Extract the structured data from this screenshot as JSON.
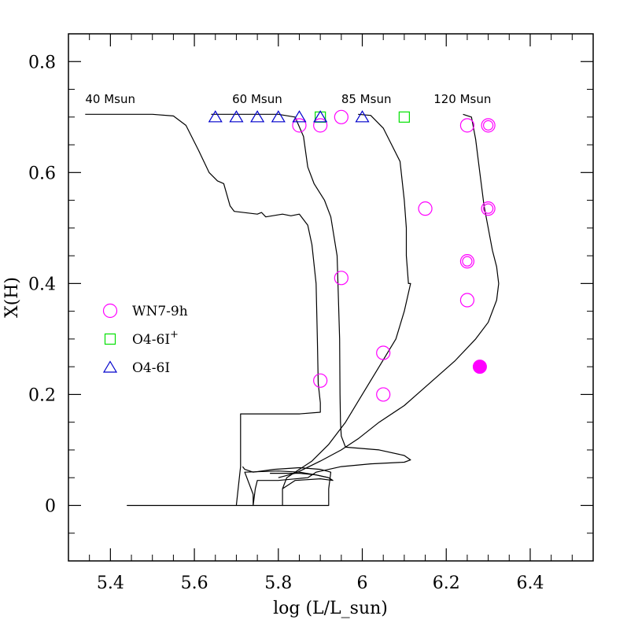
{
  "chart_data": {
    "type": "scatter",
    "xlabel": "log (L/L_sun)",
    "ylabel": "X(H)",
    "xlim": [
      5.3,
      6.55
    ],
    "ylim": [
      -0.1,
      0.85
    ],
    "grid": false,
    "legend_position": "middle-left",
    "x_ticks": [
      {
        "value": 5.4,
        "label": "5.4"
      },
      {
        "value": 5.6,
        "label": "5.6"
      },
      {
        "value": 5.8,
        "label": "5.8"
      },
      {
        "value": 6.0,
        "label": "6"
      },
      {
        "value": 6.2,
        "label": "6.2"
      },
      {
        "value": 6.4,
        "label": "6.4"
      }
    ],
    "y_ticks": [
      {
        "value": 0.0,
        "label": "0"
      },
      {
        "value": 0.2,
        "label": "0.2"
      },
      {
        "value": 0.4,
        "label": "0.4"
      },
      {
        "value": 0.6,
        "label": "0.6"
      },
      {
        "value": 0.8,
        "label": "0.8"
      }
    ],
    "tracks": [
      {
        "name": "40 Msun",
        "label_at": [
          5.34,
          0.725
        ],
        "points": [
          [
            5.34,
            0.705
          ],
          [
            5.5,
            0.705
          ],
          [
            5.55,
            0.702
          ],
          [
            5.58,
            0.685
          ],
          [
            5.61,
            0.64
          ],
          [
            5.635,
            0.6
          ],
          [
            5.655,
            0.585
          ],
          [
            5.67,
            0.58
          ],
          [
            5.685,
            0.54
          ],
          [
            5.695,
            0.53
          ],
          [
            5.75,
            0.525
          ],
          [
            5.76,
            0.528
          ],
          [
            5.77,
            0.52
          ],
          [
            5.81,
            0.525
          ],
          [
            5.83,
            0.522
          ],
          [
            5.85,
            0.525
          ],
          [
            5.87,
            0.505
          ],
          [
            5.88,
            0.47
          ],
          [
            5.89,
            0.4
          ],
          [
            5.893,
            0.3
          ],
          [
            5.895,
            0.22
          ],
          [
            5.9,
            0.185
          ],
          [
            5.9,
            0.168
          ],
          [
            5.85,
            0.165
          ],
          [
            5.71,
            0.165
          ],
          [
            5.71,
            0.07
          ],
          [
            5.7,
            0.0
          ],
          [
            5.44,
            0.0
          ],
          [
            5.92,
            0.0
          ],
          [
            5.92,
            0.03
          ],
          [
            5.925,
            0.06
          ],
          [
            5.9,
            0.065
          ],
          [
            5.85,
            0.068
          ],
          [
            5.79,
            0.065
          ],
          [
            5.74,
            0.06
          ],
          [
            5.72,
            0.065
          ],
          [
            5.715,
            0.07
          ]
        ]
      },
      {
        "name": "60 Msun",
        "label_at": [
          5.69,
          0.725
        ],
        "points": [
          [
            5.64,
            0.705
          ],
          [
            5.8,
            0.705
          ],
          [
            5.84,
            0.7
          ],
          [
            5.86,
            0.665
          ],
          [
            5.87,
            0.61
          ],
          [
            5.885,
            0.58
          ],
          [
            5.91,
            0.55
          ],
          [
            5.925,
            0.52
          ],
          [
            5.94,
            0.45
          ],
          [
            5.942,
            0.4
          ],
          [
            5.946,
            0.3
          ],
          [
            5.947,
            0.2
          ],
          [
            5.948,
            0.15
          ],
          [
            5.95,
            0.125
          ],
          [
            5.96,
            0.105
          ],
          [
            6.04,
            0.1
          ],
          [
            6.1,
            0.09
          ],
          [
            6.115,
            0.082
          ],
          [
            6.1,
            0.078
          ],
          [
            6.02,
            0.075
          ],
          [
            5.95,
            0.07
          ],
          [
            5.89,
            0.06
          ],
          [
            5.87,
            0.05
          ],
          [
            5.8,
            0.045
          ],
          [
            5.75,
            0.045
          ],
          [
            5.745,
            0.03
          ],
          [
            5.74,
            0.0
          ],
          [
            5.74,
            0.02
          ],
          [
            5.72,
            0.06
          ],
          [
            5.8,
            0.062
          ],
          [
            5.85,
            0.06
          ],
          [
            5.89,
            0.055
          ],
          [
            5.92,
            0.05
          ]
        ]
      },
      {
        "name": "85 Msun",
        "label_at": [
          5.95,
          0.725
        ],
        "points": [
          [
            5.99,
            0.705
          ],
          [
            6.02,
            0.703
          ],
          [
            6.05,
            0.68
          ],
          [
            6.07,
            0.65
          ],
          [
            6.09,
            0.62
          ],
          [
            6.1,
            0.55
          ],
          [
            6.105,
            0.5
          ],
          [
            6.105,
            0.45
          ],
          [
            6.11,
            0.4
          ],
          [
            6.115,
            0.4
          ],
          [
            6.1,
            0.35
          ],
          [
            6.08,
            0.3
          ],
          [
            6.04,
            0.25
          ],
          [
            6.0,
            0.2
          ],
          [
            5.96,
            0.15
          ],
          [
            5.92,
            0.11
          ],
          [
            5.88,
            0.08
          ],
          [
            5.84,
            0.06
          ],
          [
            5.82,
            0.05
          ],
          [
            5.81,
            0.03
          ],
          [
            5.81,
            0.0
          ],
          [
            5.81,
            0.03
          ],
          [
            5.84,
            0.045
          ],
          [
            5.9,
            0.048
          ],
          [
            5.93,
            0.045
          ],
          [
            5.92,
            0.05
          ],
          [
            5.89,
            0.055
          ],
          [
            5.85,
            0.058
          ],
          [
            5.78,
            0.058
          ]
        ]
      },
      {
        "name": "120 Msun",
        "label_at": [
          6.17,
          0.725
        ],
        "points": [
          [
            6.24,
            0.705
          ],
          [
            6.26,
            0.7
          ],
          [
            6.27,
            0.66
          ],
          [
            6.28,
            0.6
          ],
          [
            6.29,
            0.54
          ],
          [
            6.3,
            0.5
          ],
          [
            6.31,
            0.46
          ],
          [
            6.32,
            0.43
          ],
          [
            6.325,
            0.4
          ],
          [
            6.32,
            0.37
          ],
          [
            6.3,
            0.33
          ],
          [
            6.27,
            0.3
          ],
          [
            6.22,
            0.26
          ],
          [
            6.16,
            0.22
          ],
          [
            6.1,
            0.18
          ],
          [
            6.04,
            0.15
          ],
          [
            5.99,
            0.12
          ],
          [
            5.95,
            0.1
          ],
          [
            5.9,
            0.08
          ],
          [
            5.86,
            0.065
          ],
          [
            5.84,
            0.058
          ],
          [
            5.8,
            0.05
          ]
        ]
      }
    ],
    "series": [
      {
        "name": "WN7-9h",
        "name_sup": "",
        "marker": "circle",
        "color": "#ff00ff",
        "points": [
          [
            5.85,
            0.685
          ],
          [
            5.9,
            0.685
          ],
          [
            5.95,
            0.7
          ],
          [
            5.95,
            0.41
          ],
          [
            5.9,
            0.225
          ],
          [
            6.05,
            0.275
          ],
          [
            6.05,
            0.2
          ],
          [
            6.15,
            0.535
          ],
          [
            6.25,
            0.685
          ],
          [
            6.3,
            0.685
          ],
          [
            6.3,
            0.535
          ],
          [
            6.25,
            0.44
          ],
          [
            6.25,
            0.37
          ]
        ]
      },
      {
        "name": "O4-6I",
        "name_sup": "+",
        "marker": "square",
        "color": "#00e000",
        "points": [
          [
            5.9,
            0.7
          ],
          [
            6.1,
            0.7
          ]
        ]
      },
      {
        "name": "O4-6I",
        "name_sup": "",
        "marker": "triangle",
        "color": "#0000cc",
        "points": [
          [
            5.65,
            0.7
          ],
          [
            5.7,
            0.7
          ],
          [
            5.75,
            0.7
          ],
          [
            5.8,
            0.7
          ],
          [
            5.85,
            0.7
          ],
          [
            5.9,
            0.7
          ],
          [
            6.0,
            0.7
          ]
        ]
      }
    ],
    "double_circle_points": [
      [
        6.3,
        0.685
      ],
      [
        6.3,
        0.535
      ],
      [
        6.25,
        0.44
      ]
    ],
    "filled_points": [
      {
        "x": 6.28,
        "y": 0.25,
        "color": "#ff00ff"
      }
    ]
  }
}
